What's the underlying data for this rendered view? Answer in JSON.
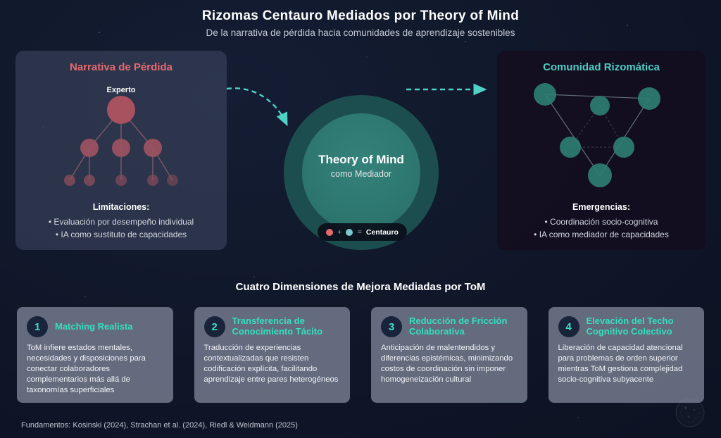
{
  "title": "Rizomas Centauro Mediados por Theory of Mind",
  "subtitle": "De la narrativa de pérdida hacia comunidades de aprendizaje sostenibles",
  "left_panel": {
    "title": "Narrativa de Pérdida",
    "node_label": "Experto",
    "heading": "Limitaciones:",
    "bullets": [
      "• Evaluación por desempeño individual",
      "• IA como sustituto de capacidades"
    ]
  },
  "center": {
    "title": "Theory of Mind",
    "subtitle": "como Mediador",
    "legend": {
      "plus": "+",
      "equals": "=",
      "label": "Centauro"
    }
  },
  "right_panel": {
    "title": "Comunidad Rizomática",
    "heading": "Emergencias:",
    "bullets": [
      "• Coordinación socio-cognitiva",
      "• IA como mediador de capacidades"
    ]
  },
  "dimensions": {
    "heading": "Cuatro Dimensiones de Mejora Mediadas por ToM",
    "cards": [
      {
        "number": "1",
        "title": "Matching Realista",
        "body": "ToM infiere estados mentales, necesidades y disposiciones para conectar colaboradores complementarios más allá de taxonomías superficiales"
      },
      {
        "number": "2",
        "title": "Transferencia de Conocimiento Tácito",
        "body": "Traducción de experiencias contextualizadas que resisten codificación explícita, facilitando aprendizaje entre pares heterogéneos"
      },
      {
        "number": "3",
        "title": "Reducción de Fricción Colaborativa",
        "body": "Anticipación de malentendidos y diferencias epistémicas, minimizando costos de coordinación sin imponer homogeneización cultural"
      },
      {
        "number": "4",
        "title": "Elevación del Techo Cognitivo Colectivo",
        "body": "Liberación de capacidad atencional para problemas de orden superior mientras ToM gestiona complejidad socio-cognitiva subyacente"
      }
    ]
  },
  "footer": "Fundamentos: Kosinski (2024), Strachan et al. (2024), Riedl & Weidmann (2025)",
  "colors": {
    "background": "#0e1526",
    "accent_red": "#e5696d",
    "accent_teal": "#4ecdc4",
    "node_red": "#a8525f",
    "node_teal": "#2f7f74",
    "card_title_teal": "#35dfc0",
    "arrow_teal": "#4fd1c5"
  },
  "icons": {
    "human-dot-icon": "filled red circle",
    "ai-dot-icon": "filled teal circle",
    "arrow-icon": "dashed teal arrow"
  }
}
